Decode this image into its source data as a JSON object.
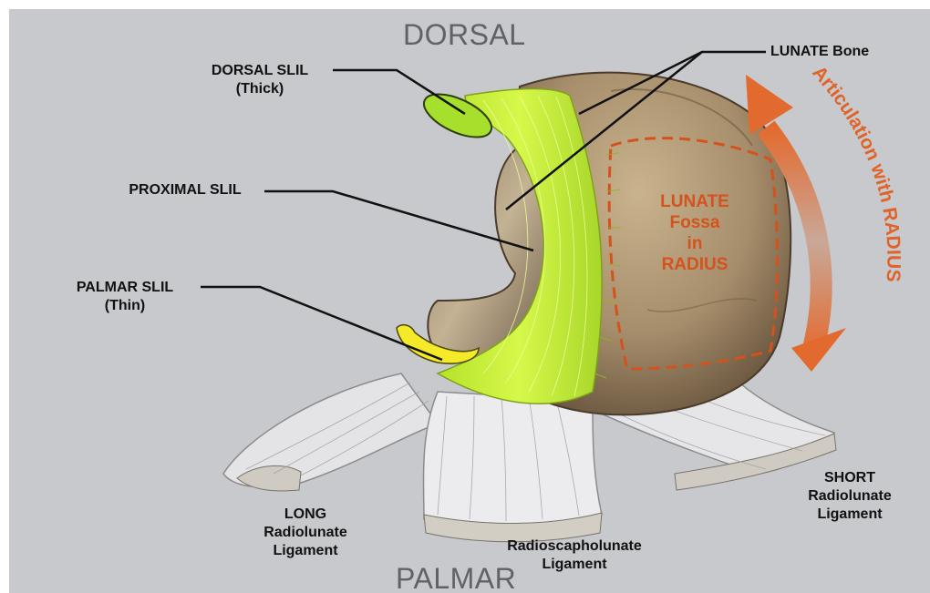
{
  "labels": {
    "dorsal": "DORSAL",
    "palmar": "PALMAR",
    "dorsal_slil_1": "DORSAL SLIL",
    "dorsal_slil_2": "(Thick)",
    "proximal_slil": "PROXIMAL SLIL",
    "palmar_slil_1": "PALMAR SLIL",
    "palmar_slil_2": "(Thin)",
    "lunate_bone": "LUNATE Bone",
    "fossa_1": "LUNATE",
    "fossa_2": "Fossa",
    "fossa_3": "in",
    "fossa_4": "RADIUS",
    "articulation": "Articulation with RADIUS",
    "long_1": "LONG",
    "long_2": "Radiolunate",
    "long_3": "Ligament",
    "rsl_1": "Radioscapholunate",
    "rsl_2": "Ligament",
    "short_1": "SHORT",
    "short_2": "Radiolunate",
    "short_3": "Ligament"
  },
  "colors": {
    "background": "#c7c9cc",
    "bone": "#a68d6b",
    "ligament_green": "#c8f03a",
    "ligament_yellow": "#f0e61e",
    "fossa_orange": "#d4521e",
    "ligament_white": "#e6e6e8"
  }
}
